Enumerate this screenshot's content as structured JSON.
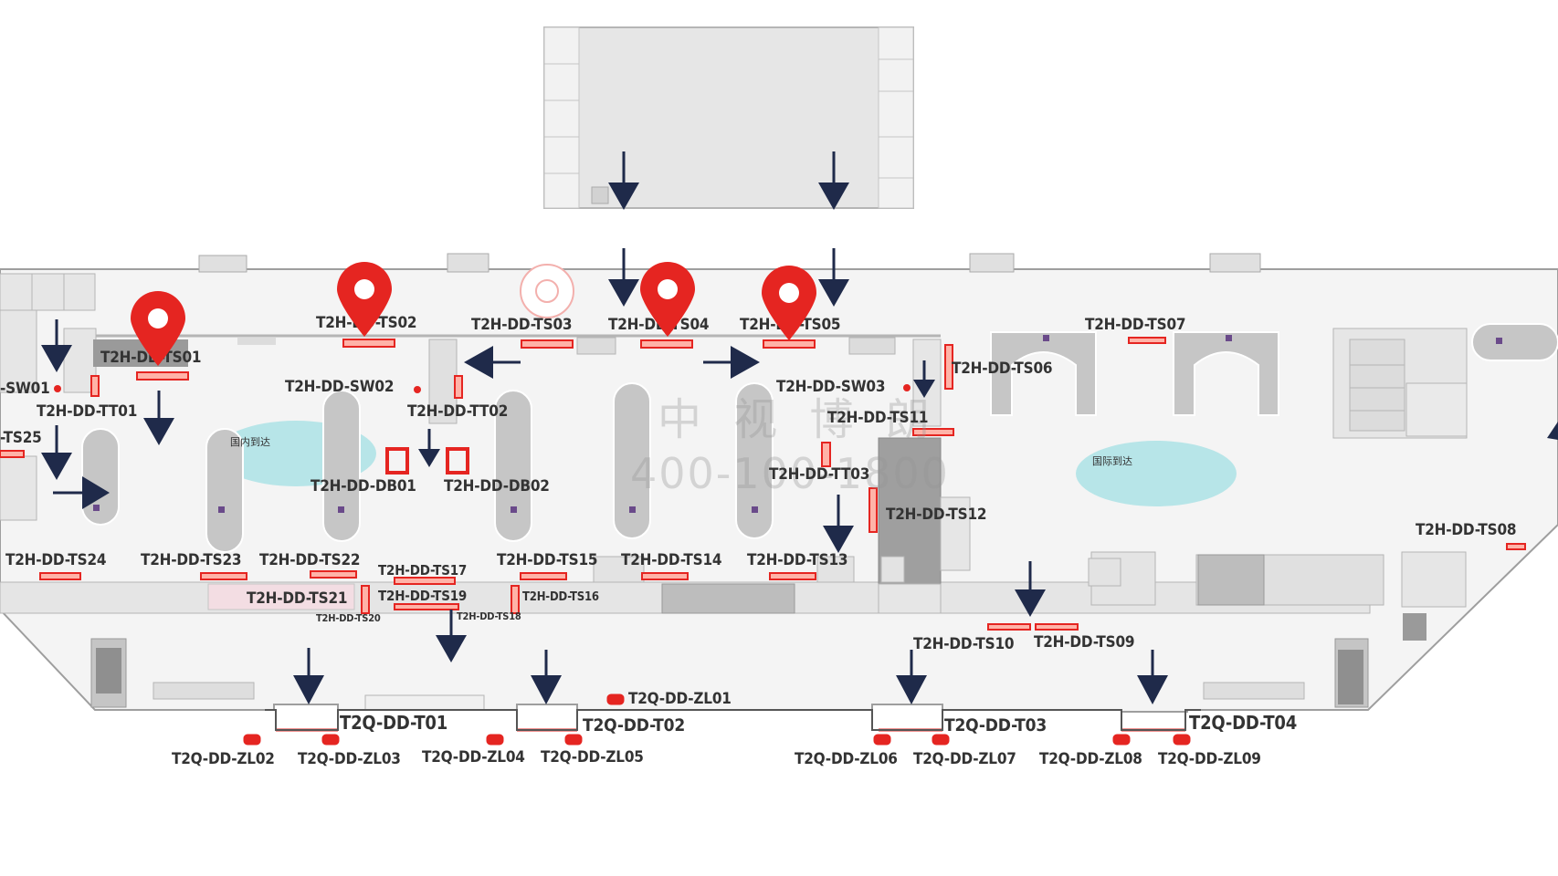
{
  "colors": {
    "background": "#ffffff",
    "floor": "#f4f4f4",
    "wall": "#b5b5b5",
    "room": "#e3e3e3",
    "dark_room": "#9a9a9a",
    "carousel": "#c8c8c8",
    "arrow": "#1f2a4a",
    "ad_red": "#e52521",
    "zone_fill": "#b7e5e8",
    "watermark": "#bdbdbd"
  },
  "zones": [
    {
      "id": "domestic",
      "label": "国内到达"
    },
    {
      "id": "international",
      "label": "国际到达"
    }
  ],
  "watermark": {
    "line1": "中 视 博 朗",
    "line2": "400-100-1800"
  },
  "locations": {
    "T2H-DD-TS01": "T2H-DD-TS01",
    "T2H-DD-TS02": "T2H-DD-TS02",
    "T2H-DD-TS03": "T2H-DD-TS03",
    "T2H-DD-TS04": "T2H-DD-TS04",
    "T2H-DD-TS05": "T2H-DD-TS05",
    "T2H-DD-TS06": "T2H-DD-TS06",
    "T2H-DD-TS07": "T2H-DD-TS07",
    "T2H-DD-TS08": "T2H-DD-TS08",
    "T2H-DD-TS09": "T2H-DD-TS09",
    "T2H-DD-TS10": "T2H-DD-TS10",
    "T2H-DD-TS11": "T2H-DD-TS11",
    "T2H-DD-TS12": "T2H-DD-TS12",
    "T2H-DD-TS13": "T2H-DD-TS13",
    "T2H-DD-TS14": "T2H-DD-TS14",
    "T2H-DD-TS15": "T2H-DD-TS15",
    "T2H-DD-TS16": "T2H-DD-TS16",
    "T2H-DD-TS17": "T2H-DD-TS17",
    "T2H-DD-TS18": "T2H-DD-TS18",
    "T2H-DD-TS19": "T2H-DD-TS19",
    "T2H-DD-TS20": "T2H-DD-TS20",
    "T2H-DD-TS21": "T2H-DD-TS21",
    "T2H-DD-TS22": "T2H-DD-TS22",
    "T2H-DD-TS23": "T2H-DD-TS23",
    "T2H-DD-TS24": "T2H-DD-TS24",
    "T2H-DD-TS25": "-TS25",
    "T2H-DD-SW01": "-SW01",
    "T2H-DD-SW02": "T2H-DD-SW02",
    "T2H-DD-SW03": "T2H-DD-SW03",
    "T2H-DD-TT01": "T2H-DD-TT01",
    "T2H-DD-TT02": "T2H-DD-TT02",
    "T2H-DD-TT03": "T2H-DD-TT03",
    "T2H-DD-DB01": "T2H-DD-DB01",
    "T2H-DD-DB02": "T2H-DD-DB02",
    "T2Q-DD-T01": "T2Q-DD-T01",
    "T2Q-DD-T02": "T2Q-DD-T02",
    "T2Q-DD-T03": "T2Q-DD-T03",
    "T2Q-DD-T04": "T2Q-DD-T04",
    "T2Q-DD-ZL01": "T2Q-DD-ZL01",
    "T2Q-DD-ZL02": "T2Q-DD-ZL02",
    "T2Q-DD-ZL03": "T2Q-DD-ZL03",
    "T2Q-DD-ZL04": "T2Q-DD-ZL04",
    "T2Q-DD-ZL05": "T2Q-DD-ZL05",
    "T2Q-DD-ZL06": "T2Q-DD-ZL06",
    "T2Q-DD-ZL07": "T2Q-DD-ZL07",
    "T2Q-DD-ZL08": "T2Q-DD-ZL08",
    "T2Q-DD-ZL09": "T2Q-DD-ZL09"
  },
  "pins": [
    {
      "location": "T2H-DD-TS01",
      "state": "selected"
    },
    {
      "location": "T2H-DD-TS02",
      "state": "selected"
    },
    {
      "location": "T2H-DD-TS03",
      "state": "unselected"
    },
    {
      "location": "T2H-DD-TS04",
      "state": "selected"
    },
    {
      "location": "T2H-DD-TS05",
      "state": "selected"
    }
  ]
}
